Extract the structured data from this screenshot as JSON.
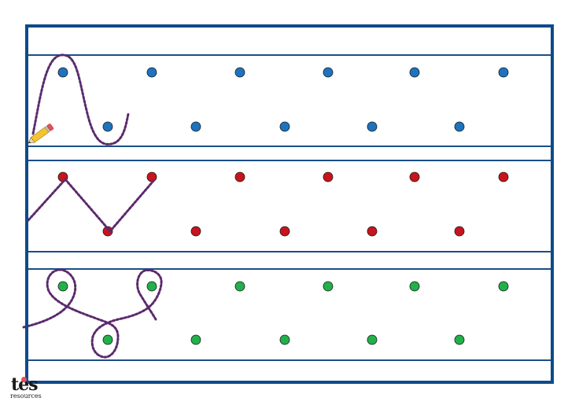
{
  "colors": {
    "frame": "#0d4a8c",
    "line": "#1a4e86",
    "trace": "#5b2a6e",
    "row1_dot": "#1e73be",
    "row2_dot": "#c8141c",
    "row3_dot": "#22b04b",
    "pencil_body": "#f4c430",
    "pencil_eraser": "#e8505b"
  },
  "rows": [
    {
      "dot_color_key": "row1_dot",
      "pattern": "loop-wave",
      "top_dots": 6,
      "bottom_dots": 5
    },
    {
      "dot_color_key": "row2_dot",
      "pattern": "zigzag",
      "top_dots": 6,
      "bottom_dots": 5
    },
    {
      "dot_color_key": "row3_dot",
      "pattern": "loops",
      "top_dots": 6,
      "bottom_dots": 5
    }
  ],
  "icons": {
    "pencil": "pencil-icon"
  },
  "logo": {
    "main": "tes",
    "sub": "resources"
  }
}
